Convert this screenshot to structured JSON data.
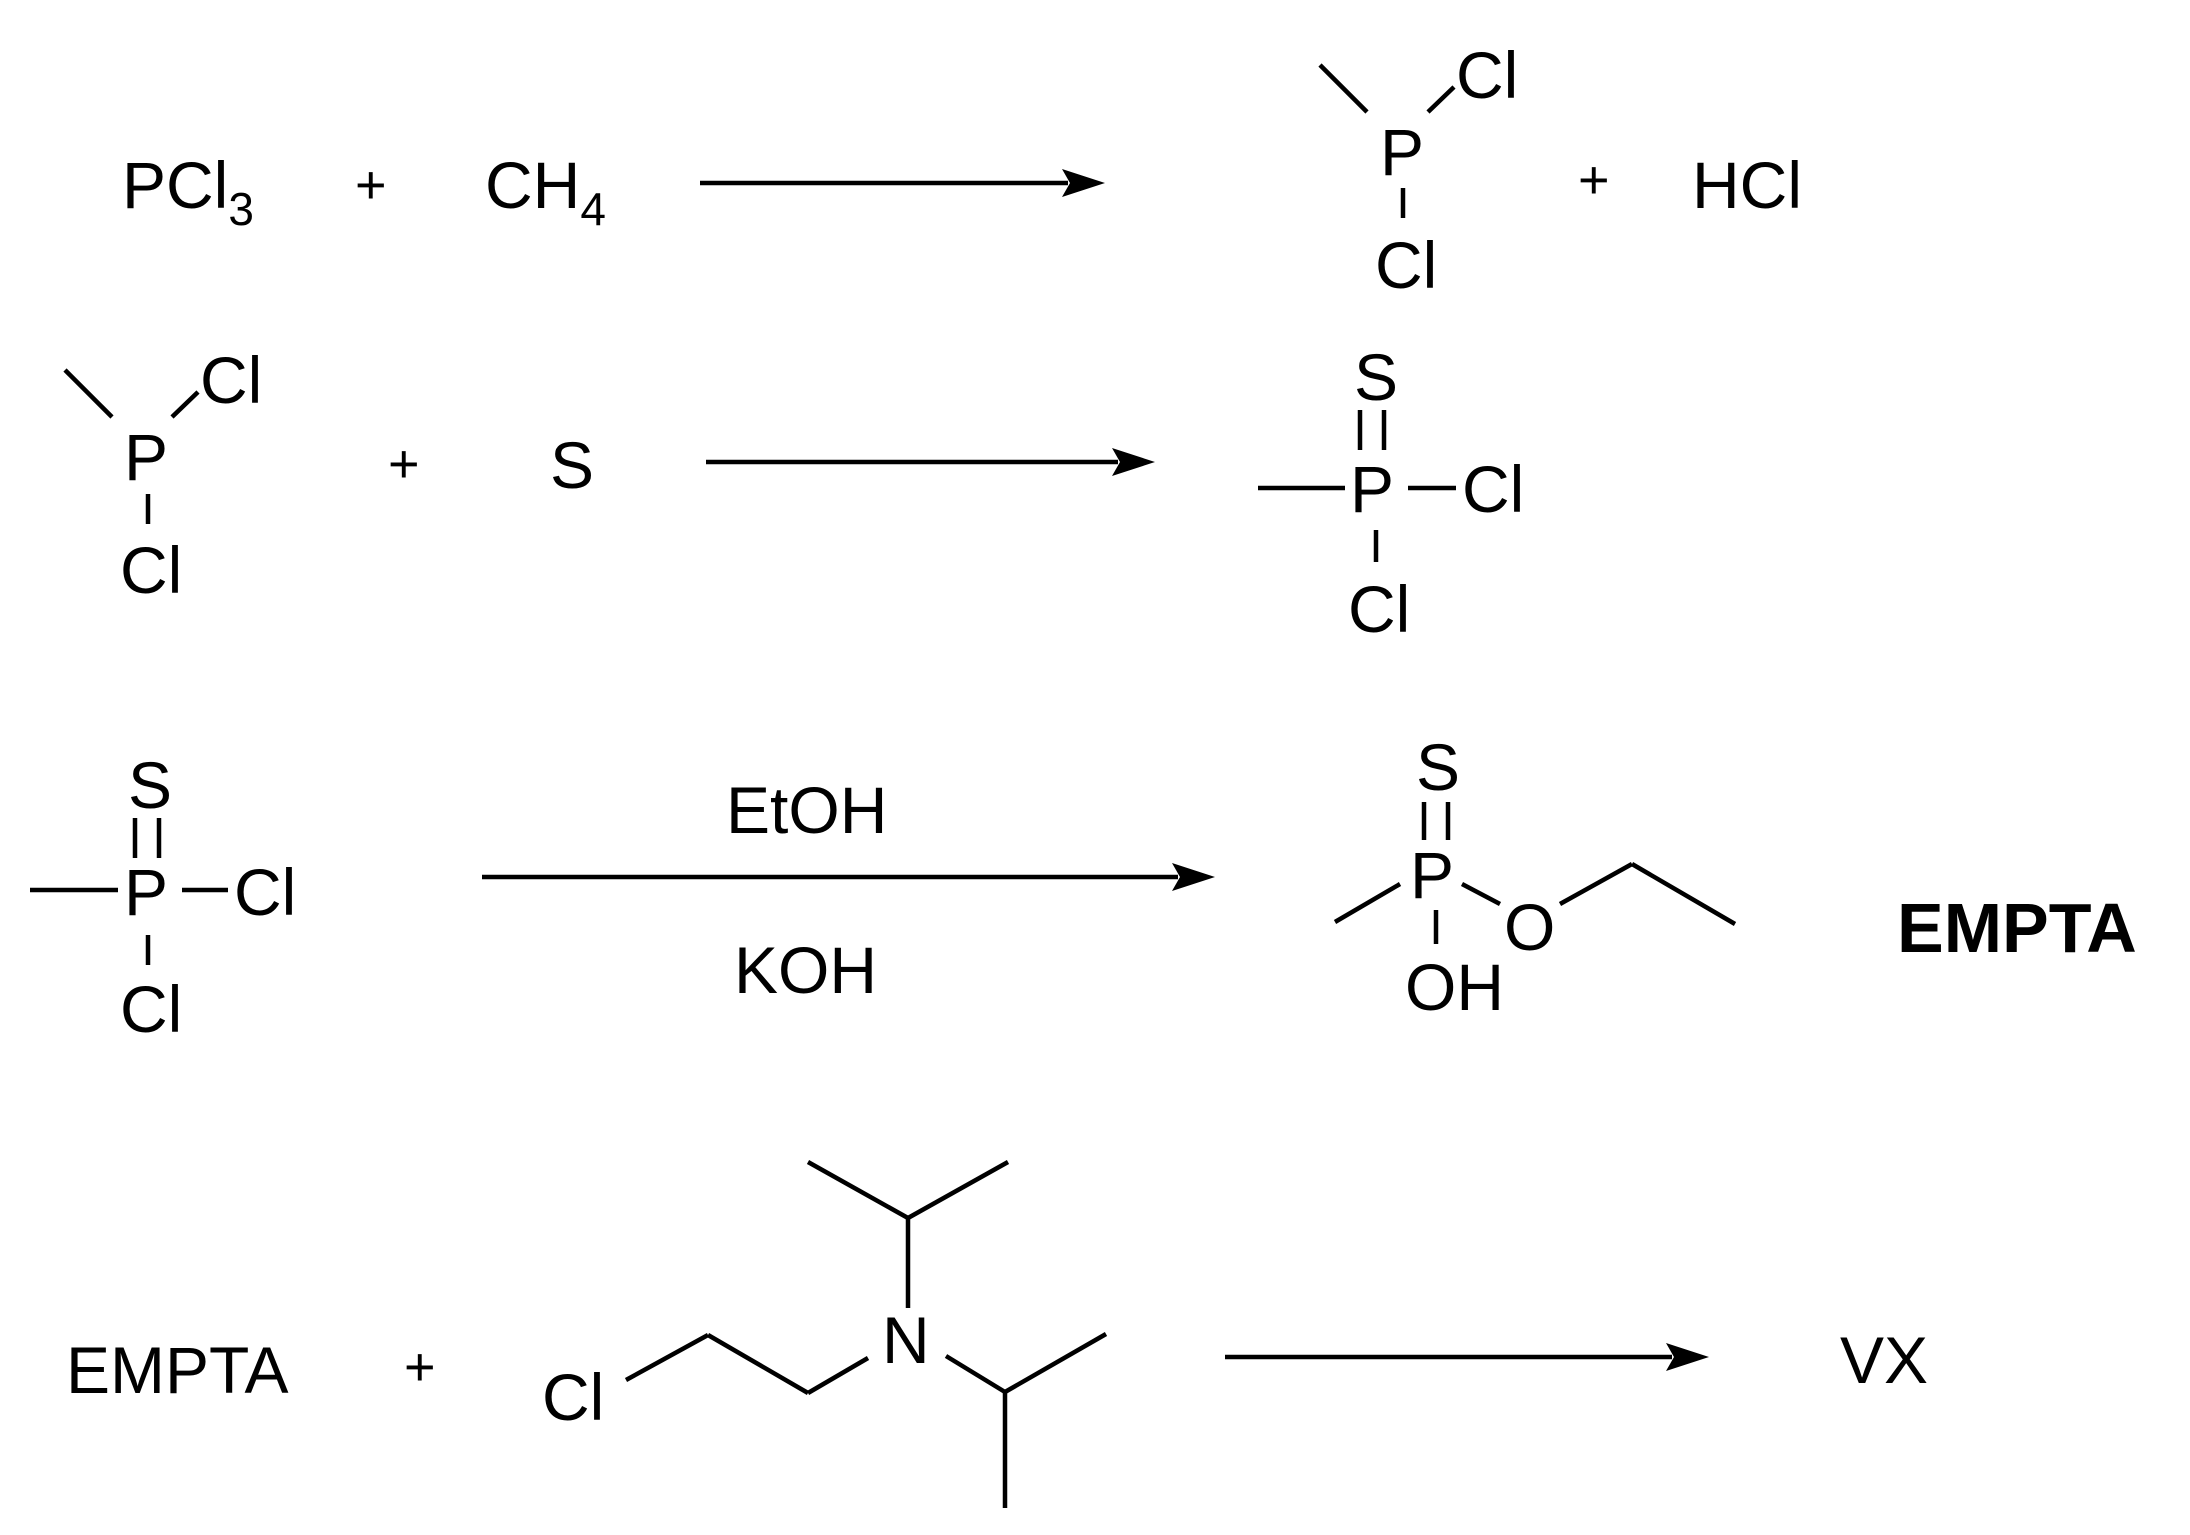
{
  "reactions": [
    {
      "reactant1": "PCl",
      "reactant1_sub": "3",
      "plus1": "+",
      "reactant2": "CH",
      "reactant2_sub": "4",
      "product_atoms": {
        "P": "P",
        "Cl_right": "Cl",
        "Cl_bottom": "Cl"
      },
      "plus2": "+",
      "byproduct": "HCl"
    },
    {
      "reactant1_atoms": {
        "P": "P",
        "Cl_right": "Cl",
        "Cl_bottom": "Cl"
      },
      "plus1": "+",
      "reactant2": "S",
      "product_atoms": {
        "S": "S",
        "P": "P",
        "Cl_right": "Cl",
        "Cl_bottom": "Cl"
      }
    },
    {
      "reactant_atoms": {
        "S": "S",
        "P": "P",
        "Cl_right": "Cl",
        "Cl_bottom": "Cl"
      },
      "reagent_above": "EtOH",
      "reagent_below": "KOH",
      "product_atoms": {
        "S": "S",
        "P": "P",
        "O": "O",
        "OH": "OH"
      },
      "product_name": "EMPTA"
    },
    {
      "reactant1": "EMPTA",
      "plus1": "+",
      "reactant2_atoms": {
        "Cl": "Cl",
        "N": "N"
      },
      "product": "VX"
    }
  ],
  "colors": {
    "ink": "#000000",
    "background": "#ffffff"
  }
}
